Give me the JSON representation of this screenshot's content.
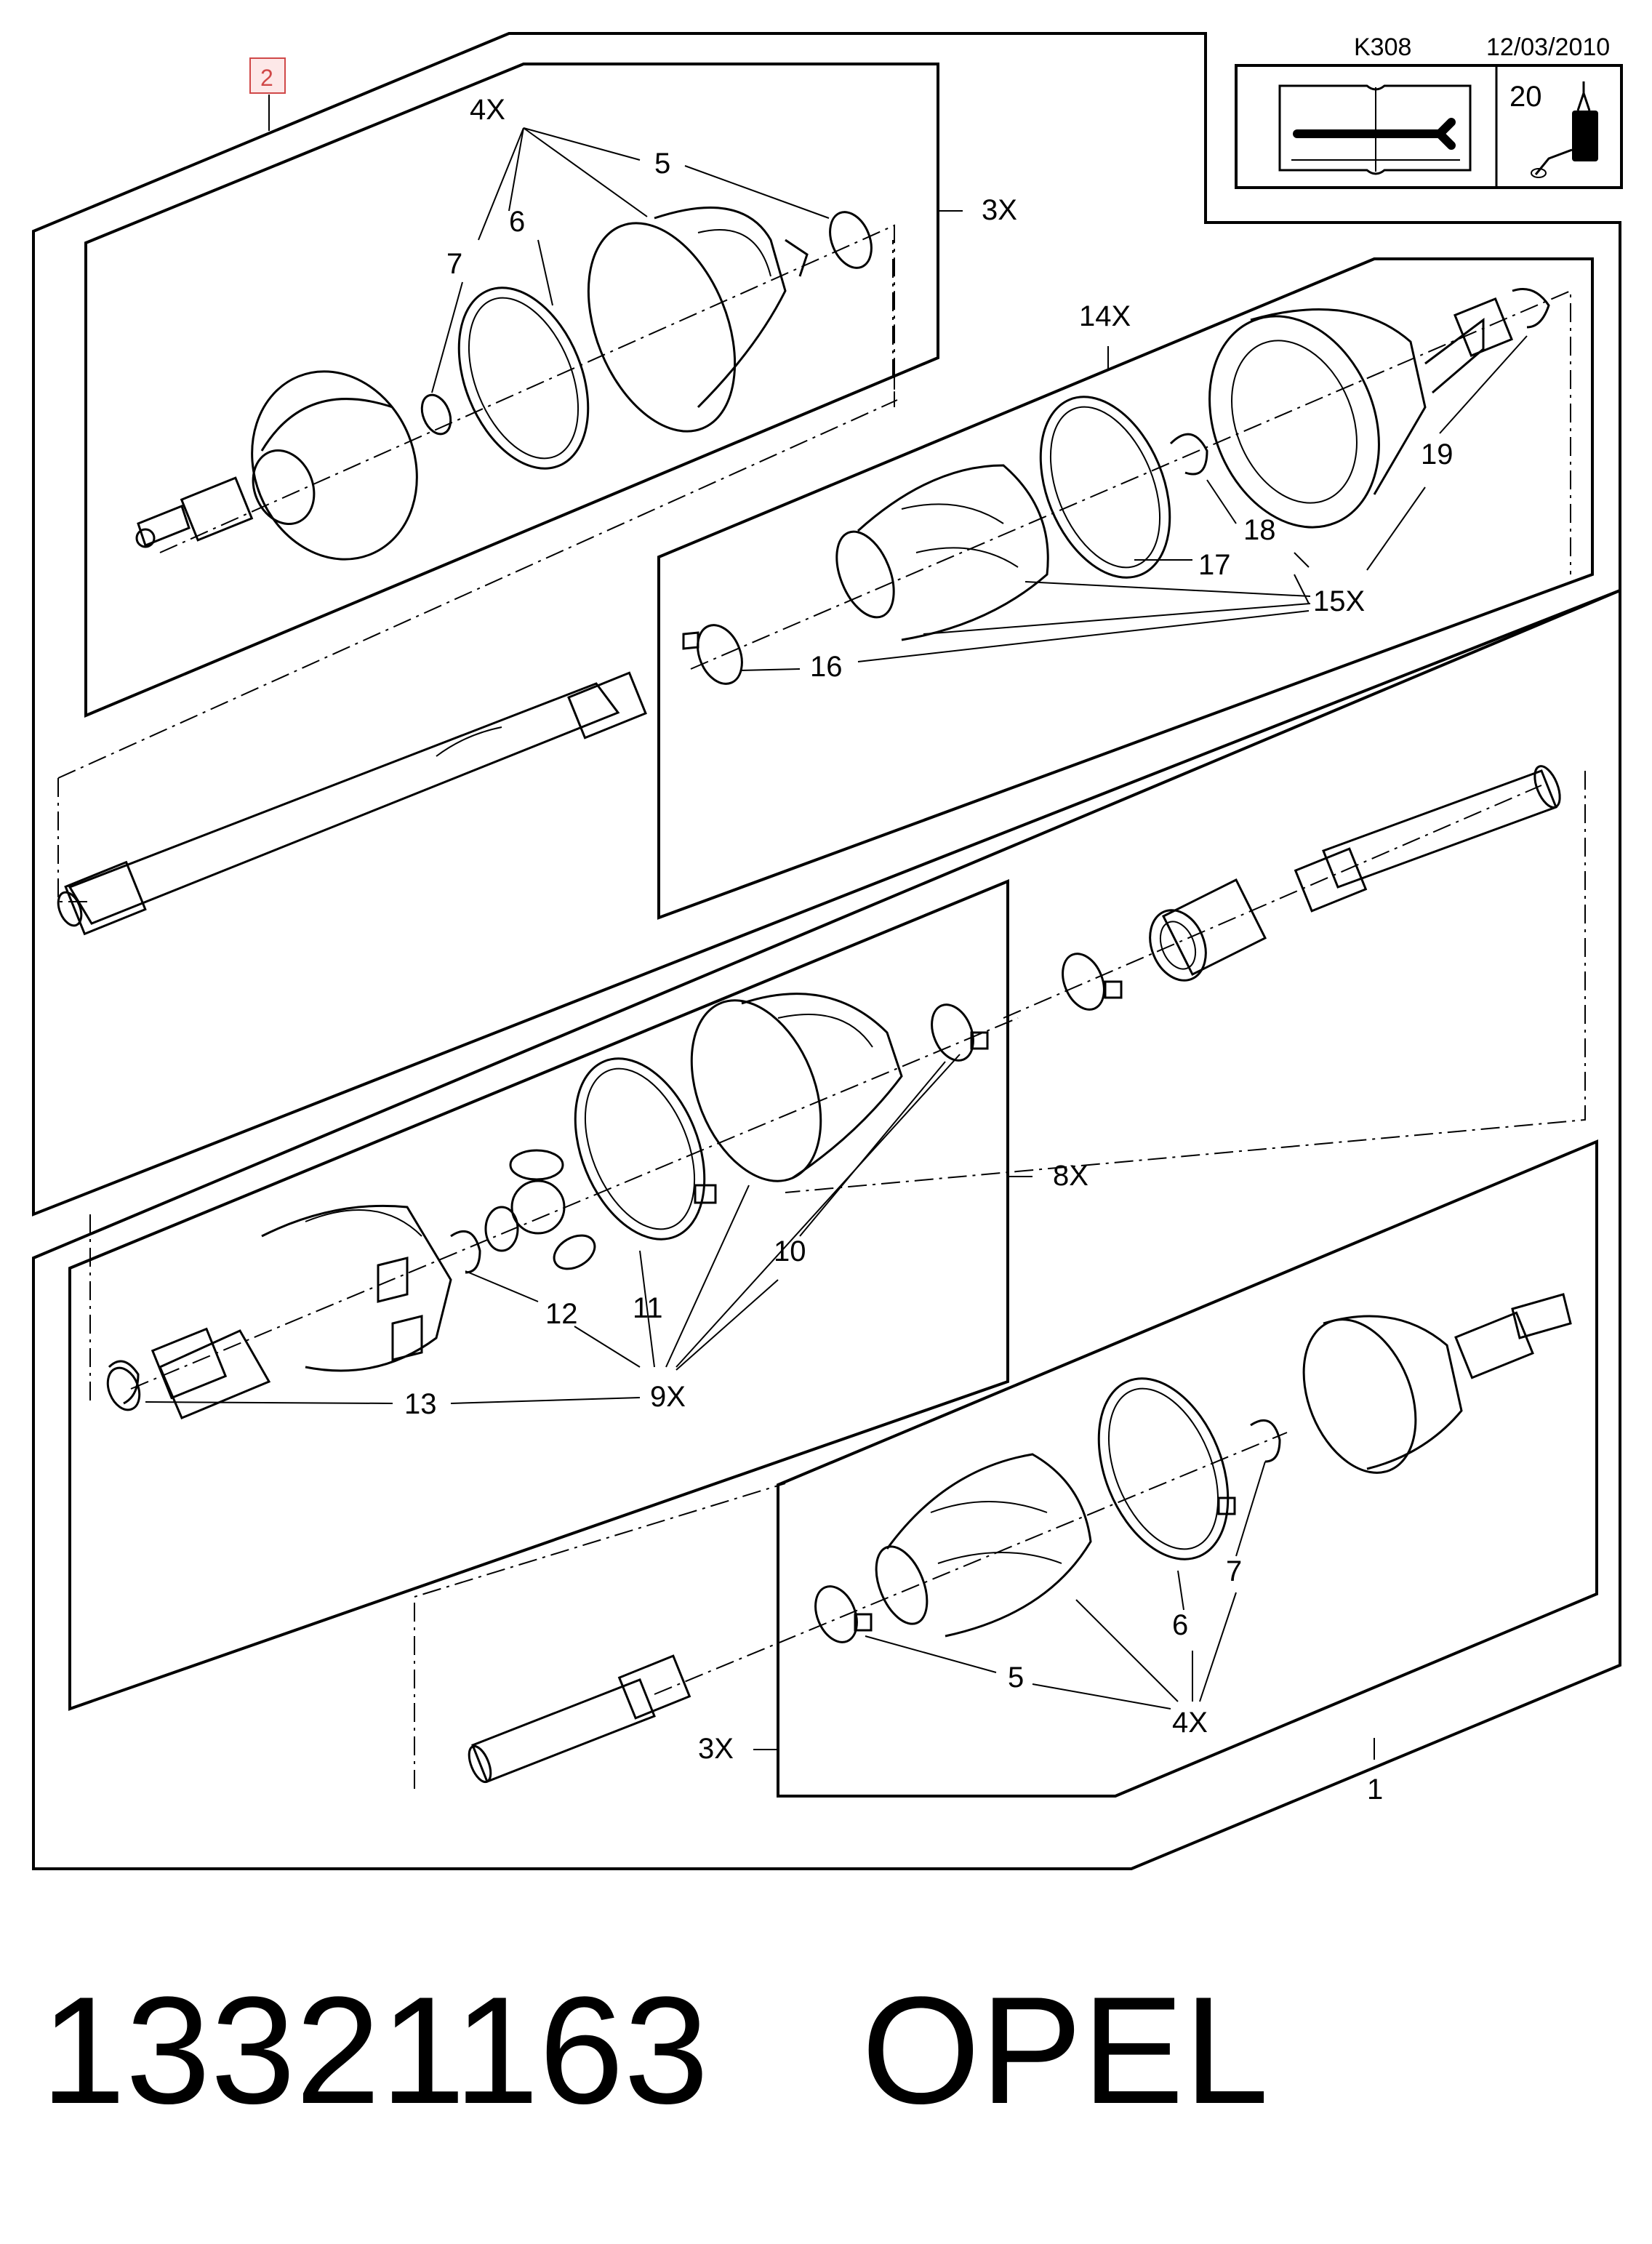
{
  "header": {
    "code": "K308",
    "date": "12/03/2010",
    "tool_number": "20",
    "book_icon": "repair-manual-icon",
    "tool_icon": "grease-tube-icon"
  },
  "ref_badge": "2",
  "callouts": {
    "c1": "1",
    "c3x_top": "3X",
    "c3x_bottom": "3X",
    "c4x_top": "4X",
    "c4x_bottom": "4X",
    "c5_top": "5",
    "c5_bottom": "5",
    "c6_top": "6",
    "c6_bottom": "6",
    "c7_top": "7",
    "c7_bottom": "7",
    "c8x": "8X",
    "c9x": "9X",
    "c10": "10",
    "c11": "11",
    "c12": "12",
    "c13": "13",
    "c14x": "14X",
    "c15x": "15X",
    "c16": "16",
    "c17": "17",
    "c18": "18",
    "c19": "19"
  },
  "footer": {
    "part_number": "13321163",
    "brand": "OPEL"
  }
}
